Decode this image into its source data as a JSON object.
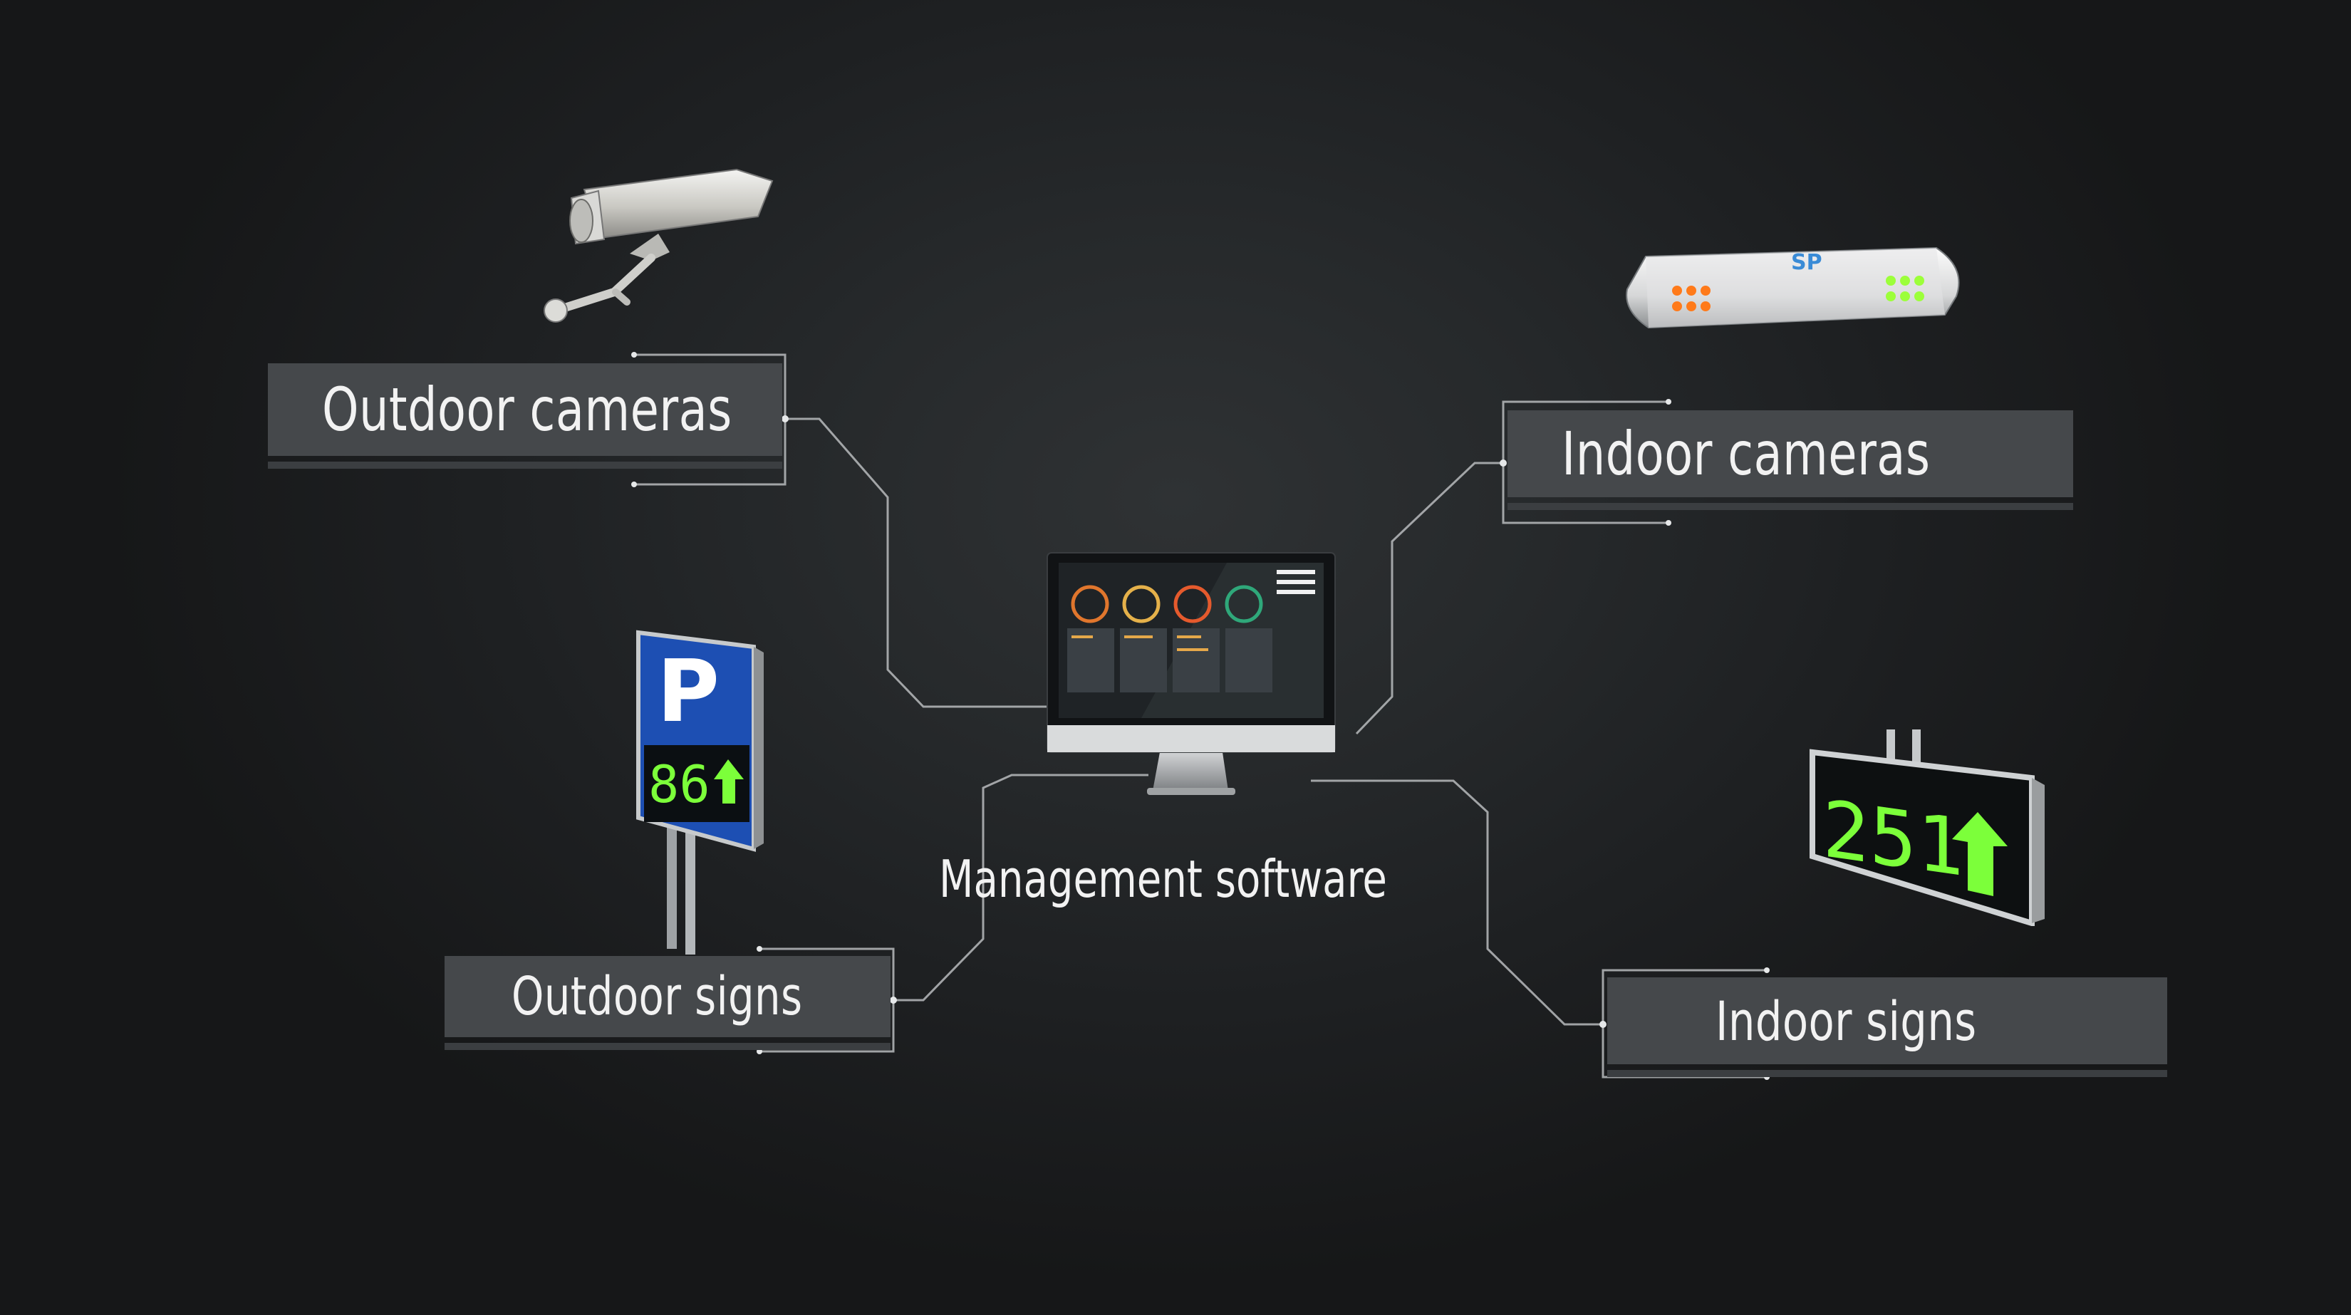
{
  "nodes": {
    "outdoor_cameras": {
      "label": "Outdoor cameras"
    },
    "indoor_cameras": {
      "label": "Indoor cameras"
    },
    "outdoor_signs": {
      "label": "Outdoor signs"
    },
    "indoor_signs": {
      "label": "Indoor signs"
    },
    "management_software": {
      "label": "Management software"
    }
  },
  "devices": {
    "outdoor_sign": {
      "letter": "P",
      "count": "86"
    },
    "indoor_sign": {
      "count": "251"
    },
    "indoor_camera": {
      "logo": "SP"
    }
  },
  "colors": {
    "background": "#1f2123",
    "label_box": "#45484b",
    "connector": "#b8bbbd",
    "led_green": "#7cff3a",
    "sign_blue": "#1d4fb3",
    "led_orange": "#ff7a1a"
  }
}
